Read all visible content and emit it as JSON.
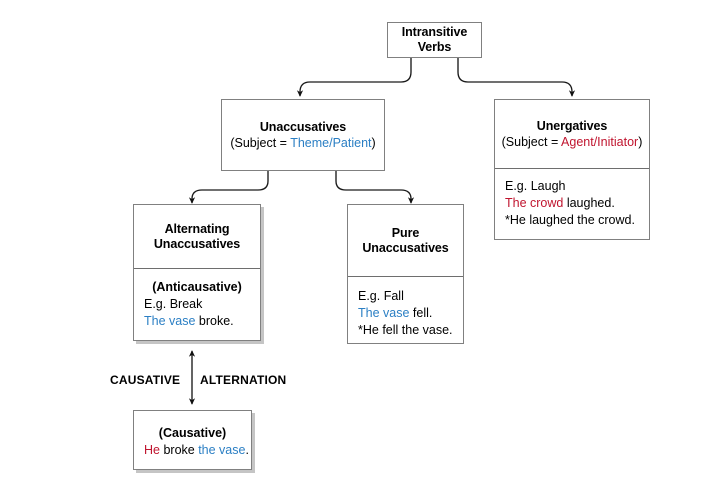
{
  "diagram": {
    "title_concept": "Intransitive Verbs taxonomy",
    "colors": {
      "theme_blue": "#2b7fc4",
      "agent_red": "#c0152f",
      "box_border": "#808080",
      "background": "#ffffff"
    },
    "root": {
      "line1": "Intransitive",
      "line2": "Verbs"
    },
    "unaccusatives": {
      "title": "Unaccusatives",
      "subject_prefix": "(Subject = ",
      "subject_role": "Theme/Patient",
      "subject_suffix": ")"
    },
    "unergatives": {
      "title": "Unergatives",
      "subject_prefix": "(Subject = ",
      "subject_role": "Agent/Initiator",
      "subject_suffix": ")",
      "example_label": "E.g. Laugh",
      "grammatical_subject": "The crowd",
      "grammatical_rest": " laughed.",
      "ungrammatical": "*He laughed the crowd."
    },
    "alternating_unaccusatives": {
      "title_line1": "Alternating",
      "title_line2": "Unaccusatives",
      "frame_label": "(Anticausative)",
      "example_label": "E.g. Break",
      "sentence_subject": "The vase",
      "sentence_rest": " broke."
    },
    "pure_unaccusatives": {
      "title_line1": "Pure",
      "title_line2": "Unaccusatives",
      "example_label": "E.g. Fall",
      "sentence_subject": "The vase",
      "sentence_rest": " fell.",
      "ungrammatical": "*He fell the vase."
    },
    "causative": {
      "frame_label": "(Causative)",
      "sentence_subject": "He",
      "sentence_mid": " broke ",
      "sentence_object": "the vase",
      "sentence_end": "."
    },
    "alternation_link": {
      "label_left": "CAUSATIVE",
      "label_right": "ALTERNATION"
    }
  }
}
